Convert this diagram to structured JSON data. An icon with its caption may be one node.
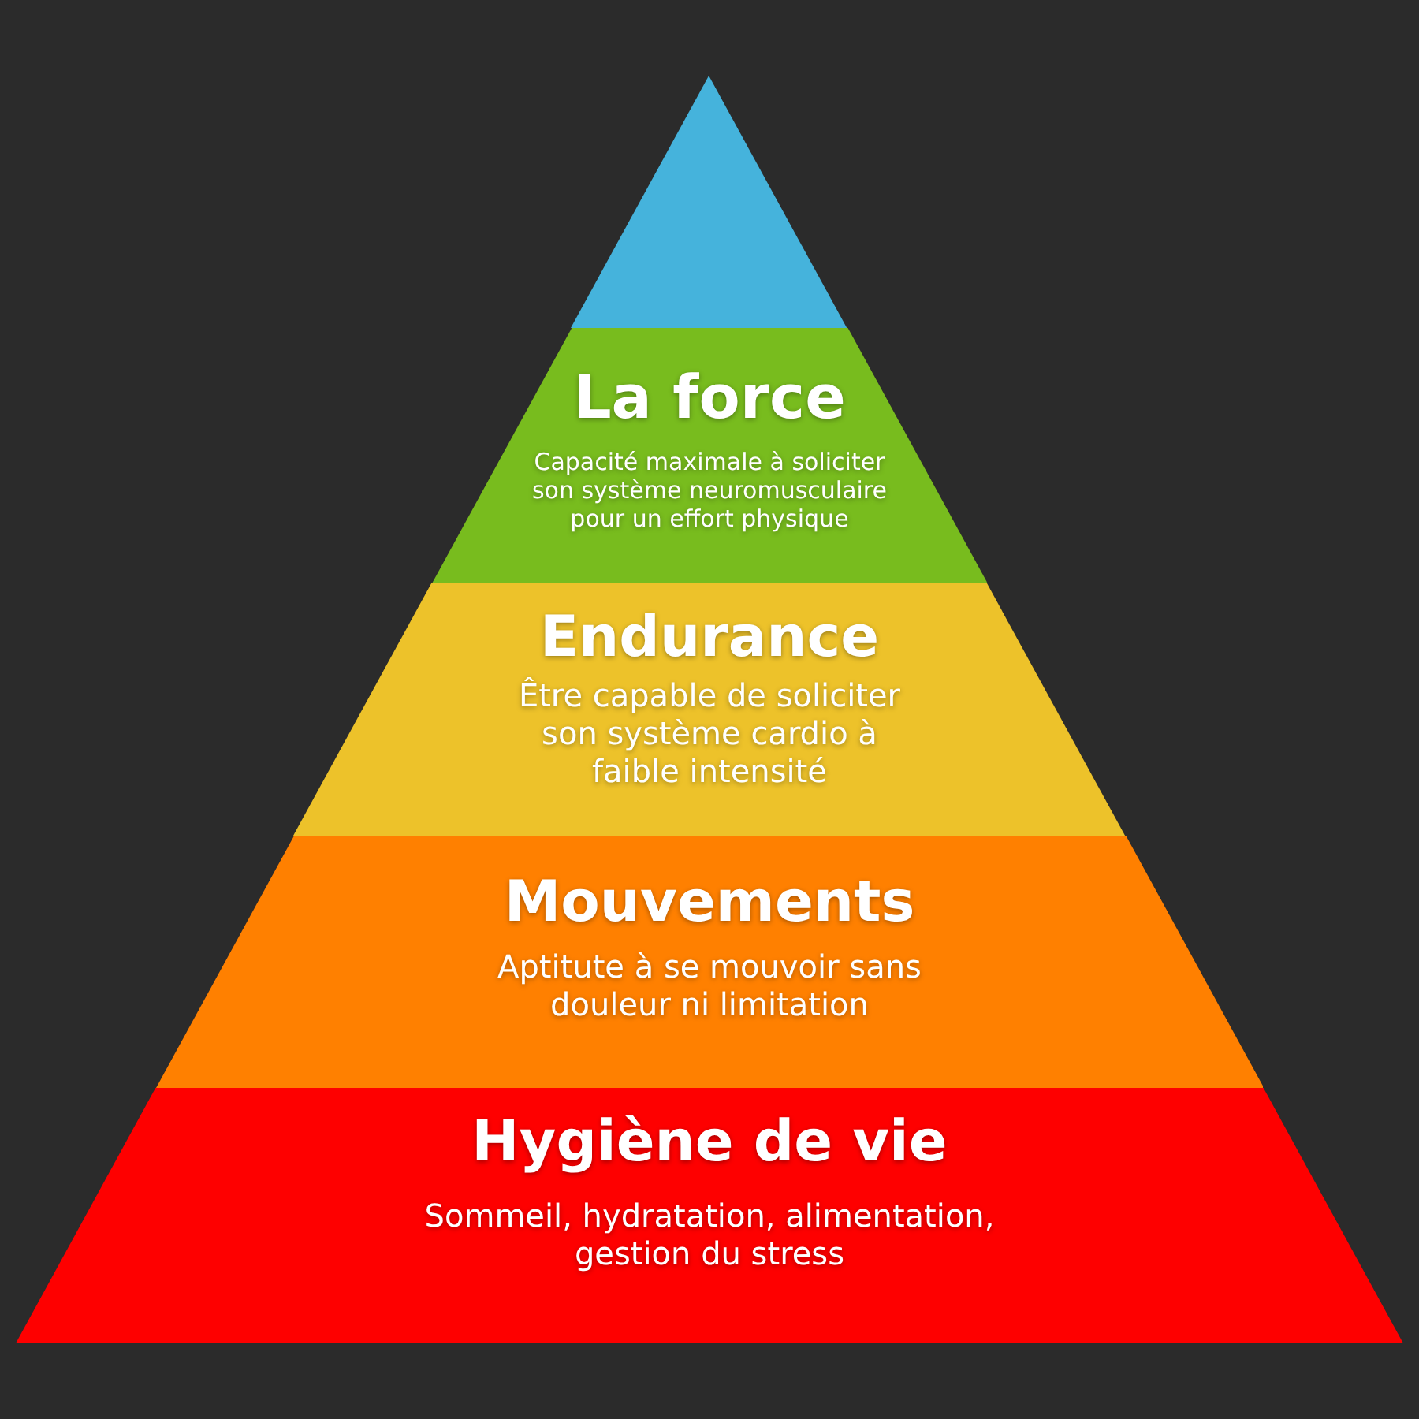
{
  "diagram": {
    "nodes": [
      {
        "text": [],
        "shape": "triangle"
      },
      {
        "text": [
          "La force",
          "Capacité maximale à soliciter son système neuromusculaire pour un effort physique"
        ]
      },
      {
        "text": [
          "Endurance",
          "Être capable de soliciter son système cardio à faible intensité"
        ]
      },
      {
        "text": [
          "Mouvements",
          "Aptitute à se mouvoir sans douleur ni limitation"
        ]
      },
      {
        "text": [
          "Hygiène de vie",
          "Sommeil, hydratation, alimentation, gestion du stress"
        ]
      }
    ],
    "edges": []
  }
}
